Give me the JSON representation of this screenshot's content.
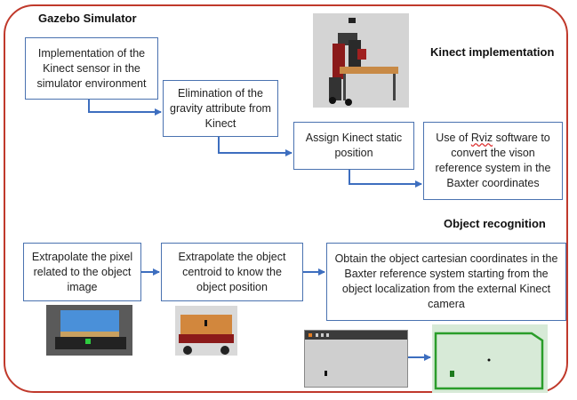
{
  "sections": {
    "gazebo": "Gazebo Simulator",
    "kinect": "Kinect implementation",
    "object": "Object recognition"
  },
  "steps": {
    "s1": "Implementation of the Kinect sensor in the simulator environment",
    "s2": "Elimination of the gravity attribute from Kinect",
    "s3": "Assign Kinect static position",
    "s4_pre": "Use of ",
    "s4_rviz": "Rviz",
    "s4_post": " software to convert the vison reference system in the Baxter coordinates",
    "r1": "Extrapolate the pixel related to the object image",
    "r2": "Extrapolate the object centroid to know the object position",
    "r3": "Obtain the object cartesian coordinates in the Baxter reference system starting from the object localization from the external Kinect camera"
  },
  "colors": {
    "frame": "#c0392b",
    "box_border": "#4a72b0",
    "arrow": "#3d6ebf"
  }
}
